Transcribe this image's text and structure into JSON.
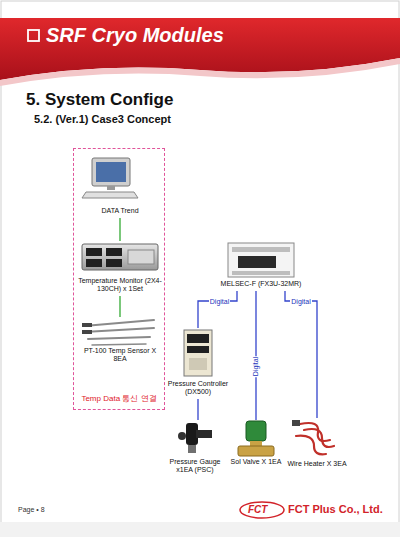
{
  "diagram": {
    "title": "SRF Cryo Modules",
    "nodes": [
      {
        "text": [
          "Temp Data 통신 연결"
        ]
      },
      {
        "text": [
          "DATA Trend"
        ],
        "in": 0
      },
      {
        "text": [
          "Temperature Monitor (2X4-130CH) x 1Set"
        ],
        "in": 0
      },
      {
        "text": [
          "PT-100 Temp Sensor X 8EA"
        ],
        "in": 0
      },
      {
        "text": [
          "MELSEC-F (FX3U-32MR)"
        ]
      },
      {
        "text": [
          "Pressure Controller (DX500)"
        ]
      },
      {
        "text": [
          "Pressure Gauge x1EA (PSC)"
        ]
      },
      {
        "text": [
          "Sol Valve X 1EA"
        ]
      },
      {
        "text": [
          "Wire Heater X 3EA"
        ]
      }
    ],
    "edges": [
      {
        "from": 1,
        "to": 2,
        "arrow": "none"
      },
      {
        "from": 2,
        "to": 3,
        "arrow": "none"
      },
      {
        "from": 4,
        "to": 5,
        "label": "Digital",
        "arrow": "none"
      },
      {
        "from": 4,
        "to": 7,
        "label": "Digital",
        "arrow": "none"
      },
      {
        "from": 4,
        "to": 8,
        "label": "Digital",
        "arrow": "none"
      },
      {
        "from": 5,
        "to": 6,
        "arrow": "none"
      }
    ],
    "labels": [
      "5. System Confige",
      "5.2. (Ver.1) Case3 Concept",
      "Page • 8",
      "FCT",
      "FCT Plus Co., Ltd."
    ]
  }
}
